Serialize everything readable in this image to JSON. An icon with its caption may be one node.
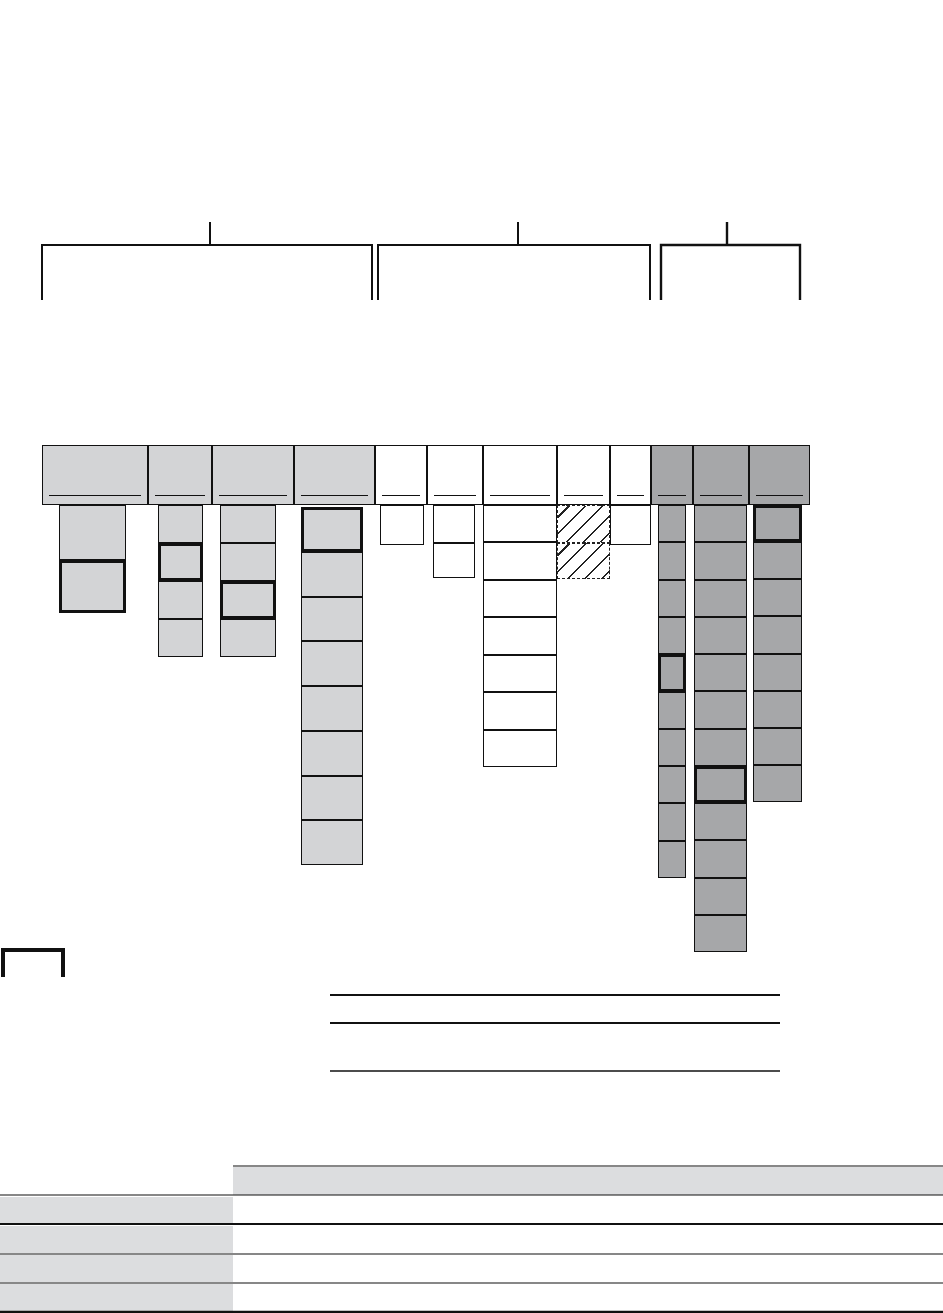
{
  "diagram": {
    "nodes": [
      {
        "text": [],
        "shape": "box"
      },
      {
        "text": [],
        "shape": "box"
      },
      {
        "text": [],
        "shape": "box"
      },
      {
        "text": [],
        "shape": "box"
      },
      {
        "text": [],
        "shape": "box"
      },
      {
        "text": [],
        "shape": "box"
      },
      {
        "text": [],
        "shape": "box"
      },
      {
        "text": [],
        "shape": "box"
      },
      {
        "text": [],
        "shape": "box"
      },
      {
        "text": [],
        "shape": "box"
      },
      {
        "text": [],
        "shape": "box"
      },
      {
        "text": [],
        "shape": "box"
      },
      {
        "text": [],
        "shape": "box"
      },
      {
        "text": [],
        "shape": "box"
      },
      {
        "text": [],
        "shape": "box"
      },
      {
        "text": [],
        "shape": "box"
      },
      {
        "text": [],
        "shape": "box"
      },
      {
        "text": [],
        "shape": "box"
      },
      {
        "text": [],
        "shape": "box"
      },
      {
        "text": [],
        "shape": "box"
      },
      {
        "text": [],
        "shape": "box"
      },
      {
        "text": [],
        "shape": "box"
      },
      {
        "text": [],
        "shape": "box"
      },
      {
        "text": [],
        "shape": "box"
      },
      {
        "text": [],
        "shape": "box"
      },
      {
        "text": [],
        "shape": "box"
      },
      {
        "text": [],
        "shape": "box"
      },
      {
        "text": [],
        "shape": "box"
      },
      {
        "text": [],
        "shape": "box"
      },
      {
        "text": [],
        "shape": "box"
      },
      {
        "text": [],
        "shape": "box"
      },
      {
        "text": [],
        "shape": "box"
      },
      {
        "text": [],
        "shape": "box"
      },
      {
        "text": [],
        "shape": "box"
      },
      {
        "text": [],
        "shape": "box"
      },
      {
        "text": [],
        "shape": "box"
      },
      {
        "text": [],
        "shape": "box"
      },
      {
        "text": [],
        "shape": "box"
      },
      {
        "text": [],
        "shape": "box"
      },
      {
        "text": [],
        "shape": "box"
      },
      {
        "text": [],
        "shape": "box"
      },
      {
        "text": [],
        "shape": "box"
      },
      {
        "text": [],
        "shape": "box"
      },
      {
        "text": [],
        "shape": "box"
      },
      {
        "text": [],
        "shape": "box"
      },
      {
        "text": [],
        "shape": "box"
      },
      {
        "text": [],
        "shape": "box"
      },
      {
        "text": [],
        "shape": "box"
      },
      {
        "text": [],
        "shape": "box"
      },
      {
        "text": [],
        "shape": "box"
      },
      {
        "text": [],
        "shape": "box"
      },
      {
        "text": [],
        "shape": "box"
      },
      {
        "text": [],
        "shape": "box"
      },
      {
        "text": [],
        "shape": "box"
      },
      {
        "text": [],
        "shape": "box"
      },
      {
        "text": [],
        "shape": "box"
      },
      {
        "text": [],
        "shape": "box"
      },
      {
        "text": [],
        "shape": "box"
      },
      {
        "text": [],
        "shape": "box"
      },
      {
        "text": [],
        "shape": "box"
      },
      {
        "text": [],
        "shape": "box"
      },
      {
        "text": [],
        "shape": "box"
      },
      {
        "text": [],
        "shape": "box"
      },
      {
        "text": [],
        "shape": "box"
      },
      {
        "text": [],
        "shape": "box"
      },
      {
        "text": [],
        "shape": "box"
      },
      {
        "text": [],
        "shape": "box"
      },
      {
        "text": [],
        "shape": "box"
      },
      {
        "text": [],
        "shape": "box"
      },
      {
        "text": [],
        "shape": "box"
      },
      {
        "text": [],
        "shape": "box"
      },
      {
        "text": [],
        "shape": "box"
      },
      {
        "text": [],
        "shape": "box"
      }
    ]
  }
}
